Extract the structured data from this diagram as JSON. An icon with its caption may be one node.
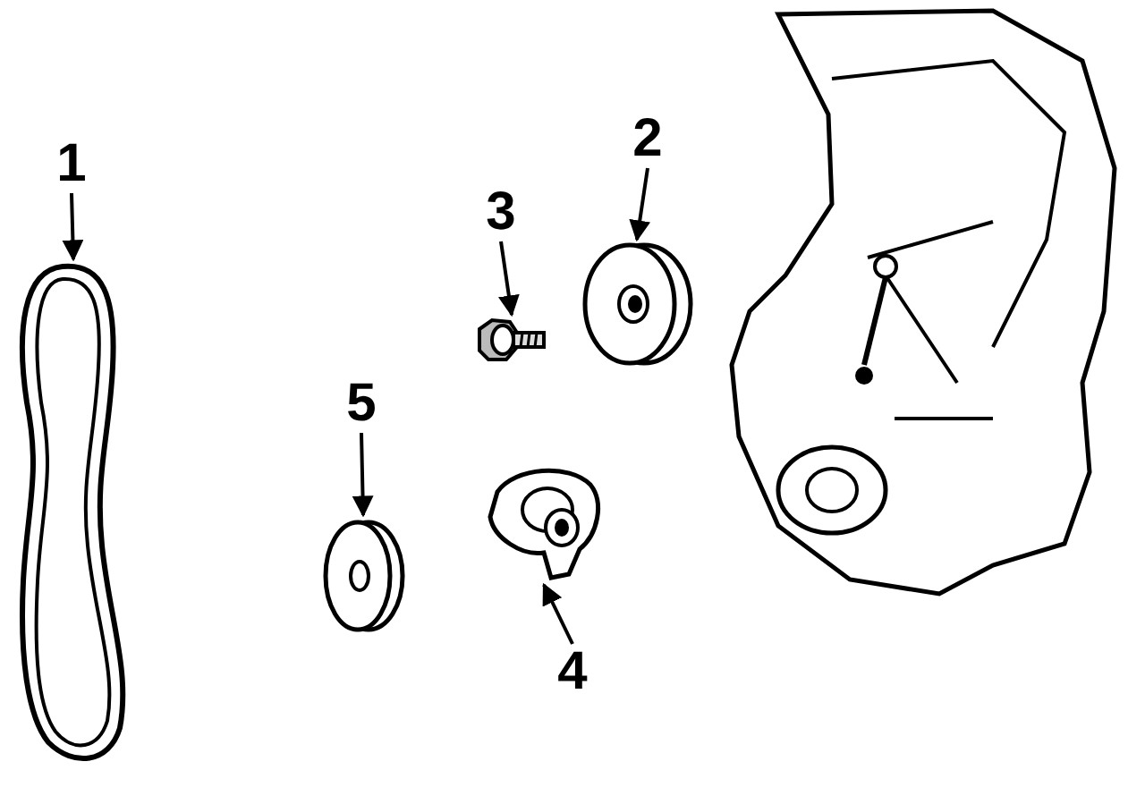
{
  "diagram": {
    "nodes": [
      {
        "text": [
          "1"
        ]
      },
      {
        "text": [],
        "shape": "picture"
      },
      {
        "text": [
          "2"
        ]
      },
      {
        "text": [],
        "shape": "picture"
      },
      {
        "text": [
          "3"
        ]
      },
      {
        "text": [],
        "shape": "picture"
      },
      {
        "text": [
          "5"
        ]
      },
      {
        "text": [],
        "shape": "picture"
      },
      {
        "text": [
          "4"
        ]
      },
      {
        "text": [],
        "shape": "picture"
      }
    ],
    "edges": [
      {
        "from": 0,
        "to": 1,
        "arrow": "to"
      },
      {
        "from": 2,
        "to": 3,
        "arrow": "to"
      },
      {
        "from": 4,
        "to": 5,
        "arrow": "to"
      },
      {
        "from": 6,
        "to": 7,
        "arrow": "to"
      },
      {
        "from": 8,
        "to": 9,
        "arrow": "to"
      }
    ]
  }
}
